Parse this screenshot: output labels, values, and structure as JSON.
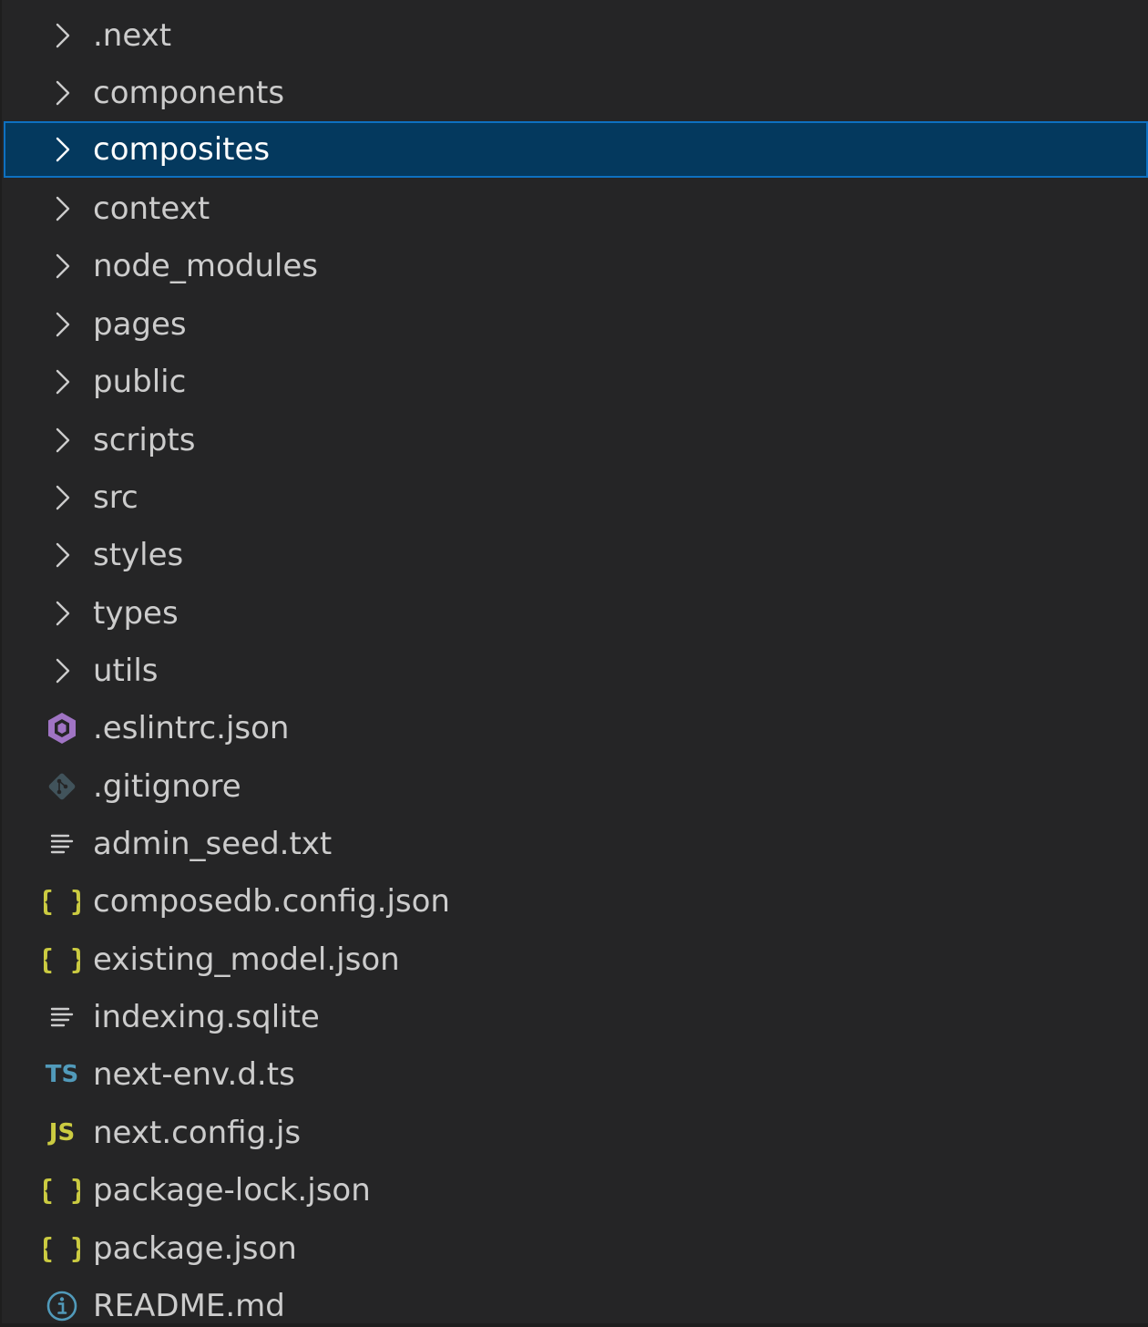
{
  "explorer": {
    "items": [
      {
        "label": ".next",
        "kind": "folder",
        "icon": "chevron-right-icon"
      },
      {
        "label": "components",
        "kind": "folder",
        "icon": "chevron-right-icon"
      },
      {
        "label": "composites",
        "kind": "folder",
        "icon": "chevron-right-icon",
        "selected": true
      },
      {
        "label": "context",
        "kind": "folder",
        "icon": "chevron-right-icon"
      },
      {
        "label": "node_modules",
        "kind": "folder",
        "icon": "chevron-right-icon"
      },
      {
        "label": "pages",
        "kind": "folder",
        "icon": "chevron-right-icon"
      },
      {
        "label": "public",
        "kind": "folder",
        "icon": "chevron-right-icon"
      },
      {
        "label": "scripts",
        "kind": "folder",
        "icon": "chevron-right-icon"
      },
      {
        "label": "src",
        "kind": "folder",
        "icon": "chevron-right-icon"
      },
      {
        "label": "styles",
        "kind": "folder",
        "icon": "chevron-right-icon"
      },
      {
        "label": "types",
        "kind": "folder",
        "icon": "chevron-right-icon"
      },
      {
        "label": "utils",
        "kind": "folder",
        "icon": "chevron-right-icon"
      },
      {
        "label": ".eslintrc.json",
        "kind": "file",
        "icon": "eslint-icon"
      },
      {
        "label": ".gitignore",
        "kind": "file",
        "icon": "git-icon"
      },
      {
        "label": "admin_seed.txt",
        "kind": "file",
        "icon": "text-lines-icon"
      },
      {
        "label": "composedb.config.json",
        "kind": "file",
        "icon": "json-braces-icon"
      },
      {
        "label": "existing_model.json",
        "kind": "file",
        "icon": "json-braces-icon"
      },
      {
        "label": "indexing.sqlite",
        "kind": "file",
        "icon": "text-lines-icon"
      },
      {
        "label": "next-env.d.ts",
        "kind": "file",
        "icon": "typescript-icon",
        "icon_text": "TS"
      },
      {
        "label": "next.config.js",
        "kind": "file",
        "icon": "javascript-icon",
        "icon_text": "JS"
      },
      {
        "label": "package-lock.json",
        "kind": "file",
        "icon": "json-braces-icon"
      },
      {
        "label": "package.json",
        "kind": "file",
        "icon": "json-braces-icon"
      },
      {
        "label": "README.md",
        "kind": "file",
        "icon": "info-icon"
      }
    ]
  },
  "colors": {
    "background": "#252526",
    "text": "#cccccc",
    "selected_bg": "#04395e",
    "selected_border": "#0e70c0",
    "eslint": "#a074c4",
    "git": "#41535b",
    "json": "#cbcb41",
    "typescript": "#519aba",
    "info": "#519aba"
  }
}
